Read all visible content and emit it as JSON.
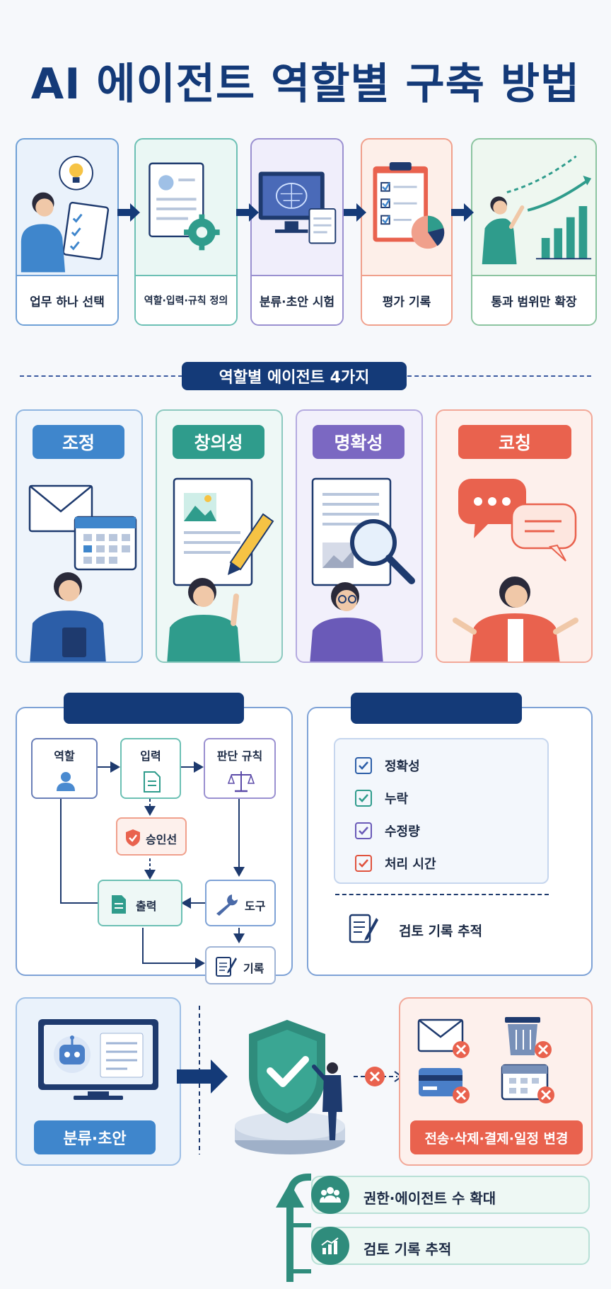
{
  "title": "AI 에이전트 역할별 구축 방법",
  "steps": [
    {
      "label": "업무 하나 선택",
      "color": "#6fa0d6",
      "bg": "#eaf2fb"
    },
    {
      "label": "역할·입력·규칙 정의",
      "color": "#6cc0b4",
      "bg": "#eaf7f4"
    },
    {
      "label": "분류·초안 시험",
      "color": "#9a90d0",
      "bg": "#f0eefb"
    },
    {
      "label": "평가 기록",
      "color": "#f0a08c",
      "bg": "#fdefe9"
    },
    {
      "label": "통과 범위만 확장",
      "color": "#8cc4a0",
      "bg": "#eef7f0"
    }
  ],
  "section_title": "역할별 에이전트 4가지",
  "roles": [
    {
      "label": "조정",
      "color": "#3f86cc",
      "border": "#8fb5e0",
      "bg": "#eef4fb"
    },
    {
      "label": "창의성",
      "color": "#2f9c8c",
      "border": "#8cc9bf",
      "bg": "#eef8f6"
    },
    {
      "label": "명확성",
      "color": "#7b68c2",
      "border": "#b4aadf",
      "bg": "#f2f0fb"
    },
    {
      "label": "코칭",
      "color": "#e9624e",
      "border": "#f2a898",
      "bg": "#fdf0ec"
    }
  ],
  "flow": {
    "role": "역할",
    "input": "입력",
    "rules": "판단 규칙",
    "approval": "승인선",
    "output": "출력",
    "tool": "도구",
    "log": "기록"
  },
  "eval": {
    "items": [
      {
        "label": "정확성",
        "color": "#2c5ea8"
      },
      {
        "label": "누락",
        "color": "#2f9c8c"
      },
      {
        "label": "수정량",
        "color": "#6a5ab8"
      },
      {
        "label": "처리 시간",
        "color": "#e0533e"
      }
    ],
    "review": "검토 기록 추적"
  },
  "bottom": {
    "draft_label": "분류·초안",
    "blocked_label": "전송·삭제·결제·일정 변경",
    "expand": [
      {
        "label": "권한·에이전트 수 확대"
      },
      {
        "label": "검토 기록 추적"
      }
    ]
  },
  "icons": [
    "lightbulb-icon",
    "checklist-icon",
    "document-icon",
    "gear-icon",
    "brain-icon",
    "clipboard-icon",
    "pie-chart-icon",
    "growth-chart-icon",
    "envelope-icon",
    "calendar-icon",
    "image-icon",
    "pencil-icon",
    "magnifier-icon",
    "speech-bubble-icon",
    "user-icon",
    "scales-icon",
    "shield-icon",
    "wrench-icon",
    "robot-icon",
    "trash-icon",
    "credit-card-icon",
    "people-icon"
  ]
}
